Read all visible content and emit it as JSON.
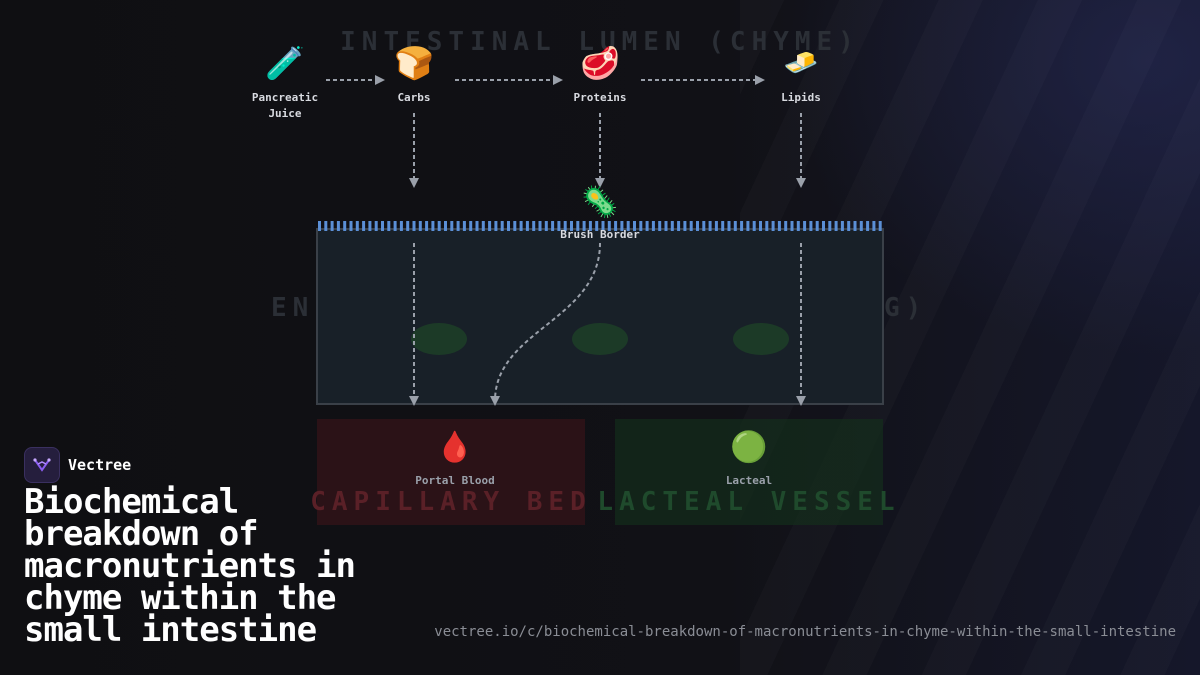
{
  "diagram": {
    "lumen_label": "INTESTINAL LUMEN (CHYME)",
    "enterocyte_label_left": "EN",
    "enterocyte_label_right": "G)",
    "capillary_label": "CAPILLARY BED",
    "lacteal_label": "LACTEAL VESSEL",
    "nodes": {
      "pancreatic_juice": {
        "icon": "test-tube-icon",
        "glyph": "🧪",
        "line1": "Pancreatic",
        "line2": "Juice"
      },
      "carbs": {
        "icon": "bread-icon",
        "glyph": "🍞",
        "label": "Carbs"
      },
      "proteins": {
        "icon": "meat-icon",
        "glyph": "🥩",
        "label": "Proteins"
      },
      "lipids": {
        "icon": "butter-icon",
        "glyph": "🧈",
        "label": "Lipids"
      },
      "brush_border": {
        "icon": "microbe-icon",
        "glyph": "🦠",
        "label": "Brush Border"
      },
      "portal_blood": {
        "icon": "blood-drop-icon",
        "glyph": "🩸",
        "label": "Portal Blood"
      },
      "lacteal": {
        "icon": "green-circle-icon",
        "glyph": "🟢",
        "label": "Lacteal"
      }
    },
    "colors": {
      "arrow": "#9aa0aa",
      "brush_border": "#5b8fd6",
      "capillary": "#3a1418",
      "lacteal": "#14301c",
      "nucleus": "#1c3a27"
    }
  },
  "brand": {
    "name": "Vectree",
    "logo_icon": "vectree-logo-icon"
  },
  "title": "Biochemical breakdown of macronutrients in chyme within the small intestine",
  "url": "vectree.io/c/biochemical-breakdown-of-macronutrients-in-chyme-within-the-small-intestine"
}
